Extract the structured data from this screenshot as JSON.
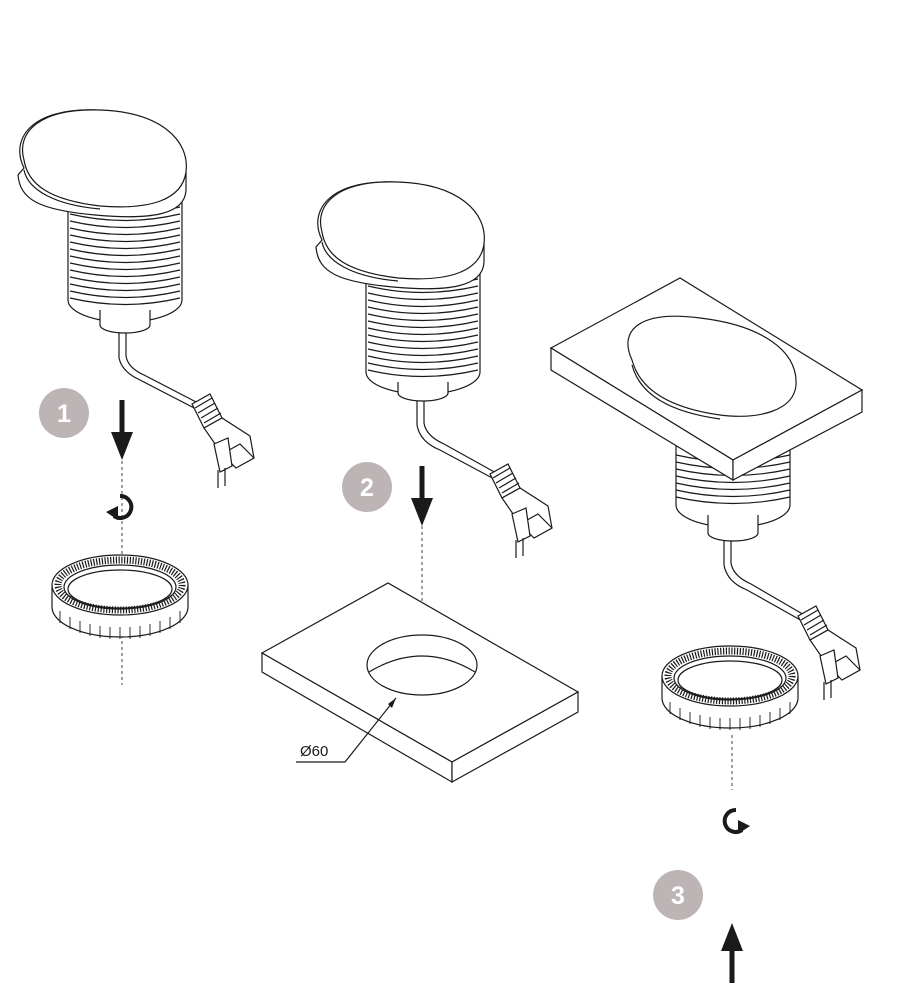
{
  "steps": [
    {
      "number": "1"
    },
    {
      "number": "2"
    },
    {
      "number": "3"
    }
  ],
  "dimension": {
    "label": "Ø60"
  },
  "colors": {
    "badge": "#bdb5b5",
    "line": "#1a1a1a",
    "fill": "#ffffff"
  },
  "icons": [
    "arrow-down-icon",
    "arrow-up-icon",
    "rotate-icon",
    "plug-icon"
  ]
}
